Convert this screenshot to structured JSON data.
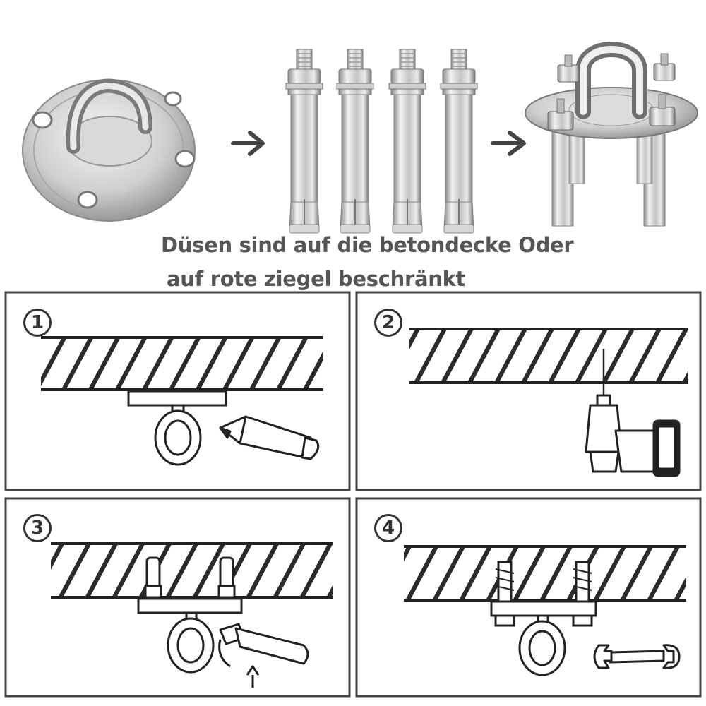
{
  "caption": {
    "line1": "Düsen sind auf die betondecke Oder",
    "line2": "auf rote ziegel beschränkt"
  },
  "steps": [
    {
      "number": "1",
      "tool": "pencil-icon"
    },
    {
      "number": "2",
      "tool": "drill-icon"
    },
    {
      "number": "3",
      "tool": "hammer-icon"
    },
    {
      "number": "4",
      "tool": "wrench-icon"
    }
  ],
  "colors": {
    "text": "#555555",
    "line": "#333333",
    "metal_light": "#eeeeee",
    "metal_mid": "#b8b8b8",
    "metal_dark": "#6d6d6d"
  }
}
